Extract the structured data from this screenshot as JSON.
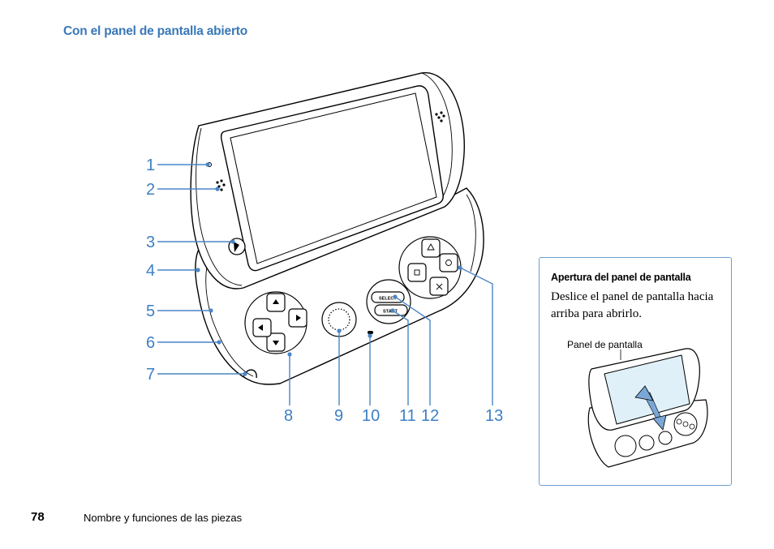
{
  "section_title": "Con el panel de pantalla abierto",
  "callouts": [
    "1",
    "2",
    "3",
    "4",
    "5",
    "6",
    "7",
    "8",
    "9",
    "10",
    "11",
    "12",
    "13"
  ],
  "button_labels": {
    "select": "SELECT",
    "start": "START"
  },
  "sidebar": {
    "title": "Apertura del panel de pantalla",
    "text": "Deslice el panel de pantalla hacia arriba para abrirlo.",
    "panel_label": "Panel de pantalla"
  },
  "footer": {
    "page_number": "78",
    "text": "Nombre y funciones de las piezas"
  },
  "colors": {
    "accent": "#3a78b8",
    "callout": "#3d7fc4",
    "border": "#6f9fcf"
  }
}
